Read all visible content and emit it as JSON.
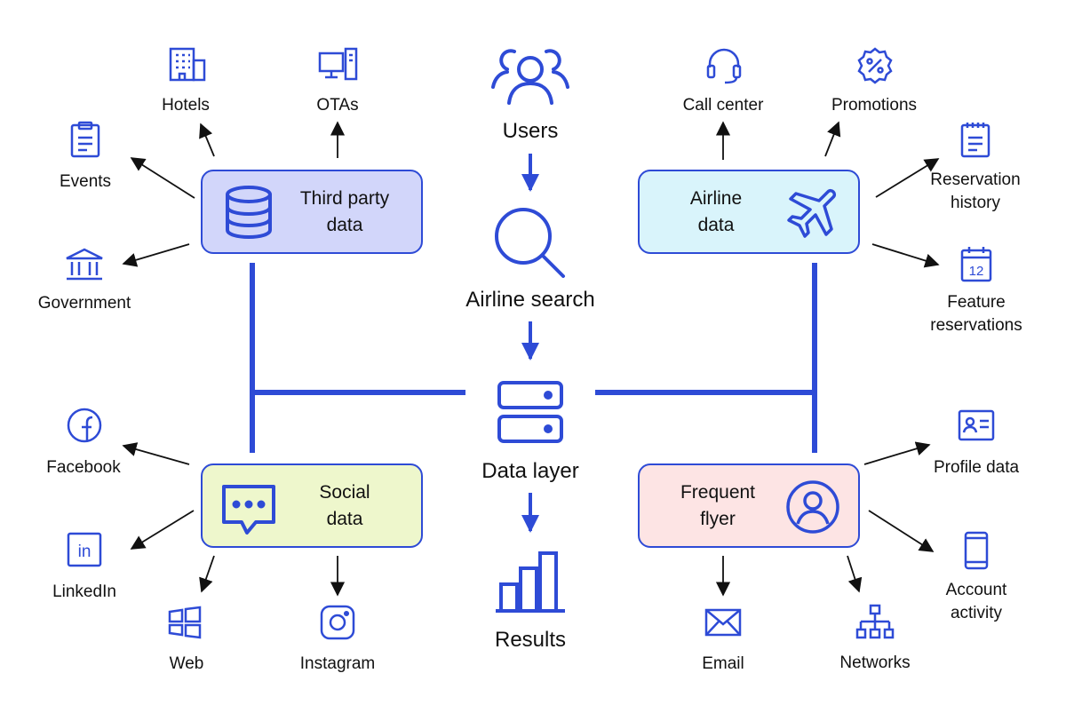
{
  "theme": {
    "accent": "#2e4bd6",
    "arrow": "#111111",
    "third_party_fill": "#d2d6fa",
    "airline_fill": "#d9f4fb",
    "social_fill": "#eef7cc",
    "frequent_fill": "#fde4e4"
  },
  "center": {
    "users": {
      "label": "Users",
      "icon": "users-icon"
    },
    "search": {
      "label": "Airline search",
      "icon": "search-icon"
    },
    "data_layer": {
      "label": "Data layer",
      "icon": "server-icon"
    },
    "results": {
      "label": "Results",
      "icon": "bar-chart-icon"
    }
  },
  "boxes": {
    "third_party": {
      "title": "Third party\ndata",
      "icon": "database-icon"
    },
    "airline": {
      "title": "Airline\ndata",
      "icon": "airplane-icon"
    },
    "social": {
      "title": "Social\ndata",
      "icon": "chat-bubble-icon"
    },
    "frequent_flyer": {
      "title": "Frequent\nflyer",
      "icon": "user-circle-icon"
    }
  },
  "third_party_sources": {
    "hotels": "Hotels",
    "otas": "OTAs",
    "events": "Events",
    "government": "Government"
  },
  "airline_sources": {
    "call_center": "Call center",
    "promotions": "Promotions",
    "reservation_history": "Reservation\nhistory",
    "feature_reservations": "Feature\nreservations",
    "calendar_day": "12"
  },
  "social_sources": {
    "facebook": "Facebook",
    "linkedin": "LinkedIn",
    "web": "Web",
    "instagram": "Instagram",
    "linkedin_glyph": "in"
  },
  "frequent_flyer_sources": {
    "profile_data": "Profile data",
    "account_activity": "Account\nactivity",
    "email": "Email",
    "networks": "Networks"
  }
}
